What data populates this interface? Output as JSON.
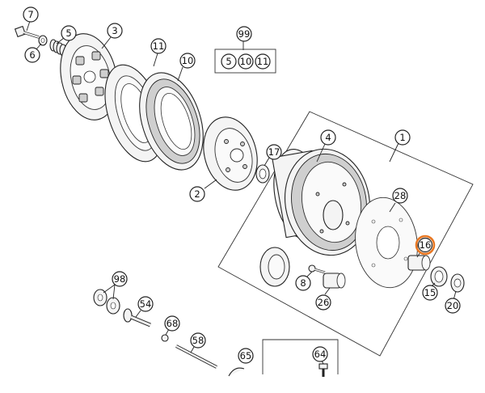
{
  "callouts": [
    {
      "id": "c7",
      "label": "7"
    },
    {
      "id": "c6",
      "label": "6"
    },
    {
      "id": "c5",
      "label": "5"
    },
    {
      "id": "c3",
      "label": "3"
    },
    {
      "id": "c11",
      "label": "11"
    },
    {
      "id": "c10",
      "label": "10"
    },
    {
      "id": "c99",
      "label": "99"
    },
    {
      "id": "c4",
      "label": "4"
    },
    {
      "id": "c1",
      "label": "1"
    },
    {
      "id": "c17",
      "label": "17"
    },
    {
      "id": "c2",
      "label": "2"
    },
    {
      "id": "c28",
      "label": "28"
    },
    {
      "id": "c16",
      "label": "16"
    },
    {
      "id": "c8",
      "label": "8"
    },
    {
      "id": "c26",
      "label": "26"
    },
    {
      "id": "c15",
      "label": "15"
    },
    {
      "id": "c20",
      "label": "20"
    },
    {
      "id": "c98",
      "label": "98"
    },
    {
      "id": "c54",
      "label": "54"
    },
    {
      "id": "c68",
      "label": "68"
    },
    {
      "id": "c58",
      "label": "58"
    },
    {
      "id": "c65",
      "label": "65"
    },
    {
      "id": "c64",
      "label": "64"
    }
  ],
  "kit_box": {
    "items": [
      "5",
      "10",
      "11"
    ]
  },
  "highlight": {
    "callout": "16",
    "color": "#e87722"
  }
}
